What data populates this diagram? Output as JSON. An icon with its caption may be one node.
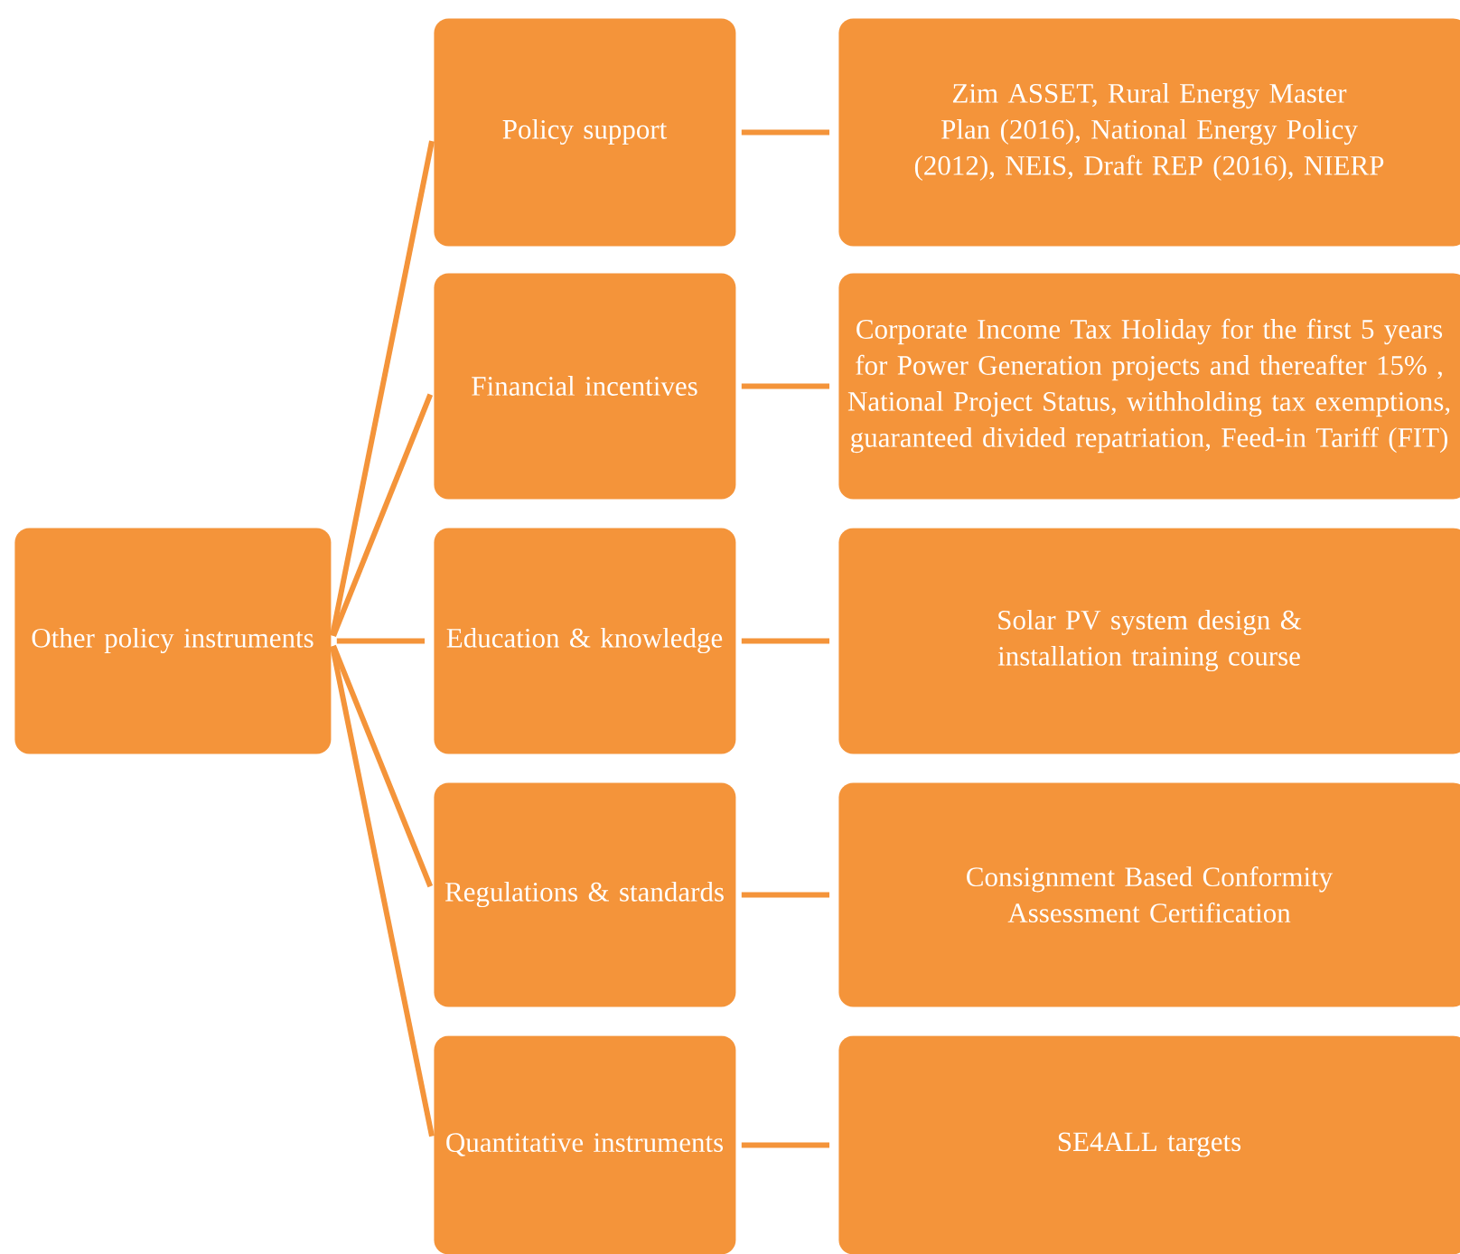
{
  "diagram": {
    "nodes": [
      {
        "text": [
          "Other policy instruments"
        ]
      },
      {
        "text": [
          "Policy support"
        ]
      },
      {
        "text": [
          "Zim ASSET, Rural Energy Master Plan (2016), National Energy Policy (2012), NEIS, Draft REP (2016), NIERP"
        ]
      },
      {
        "text": [
          "Financial incentives"
        ]
      },
      {
        "text": [
          "Corporate Income Tax Holiday for the first 5 years for Power Generation projects and thereafter 15% , National Project Status, withholding tax exemptions, guaranteed divided repatriation, Feed-in Tariff (FIT)"
        ]
      },
      {
        "text": [
          "Education & knowledge"
        ]
      },
      {
        "text": [
          "Solar PV system design & installation training course"
        ]
      },
      {
        "text": [
          "Regulations & standards"
        ]
      },
      {
        "text": [
          "Consignment Based Conformity Assessment Certification"
        ]
      },
      {
        "text": [
          "Quantitative instruments"
        ]
      },
      {
        "text": [
          "SE4ALL targets"
        ]
      }
    ],
    "edges": [
      {
        "from": 0,
        "to": 1,
        "arrow": "none"
      },
      {
        "from": 0,
        "to": 3,
        "arrow": "none"
      },
      {
        "from": 0,
        "to": 5,
        "arrow": "none"
      },
      {
        "from": 0,
        "to": 7,
        "arrow": "none"
      },
      {
        "from": 0,
        "to": 9,
        "arrow": "none"
      },
      {
        "from": 1,
        "to": 2,
        "arrow": "none"
      },
      {
        "from": 3,
        "to": 4,
        "arrow": "none"
      },
      {
        "from": 5,
        "to": 6,
        "arrow": "none"
      },
      {
        "from": 7,
        "to": 8,
        "arrow": "none"
      },
      {
        "from": 9,
        "to": 10,
        "arrow": "none"
      }
    ]
  }
}
